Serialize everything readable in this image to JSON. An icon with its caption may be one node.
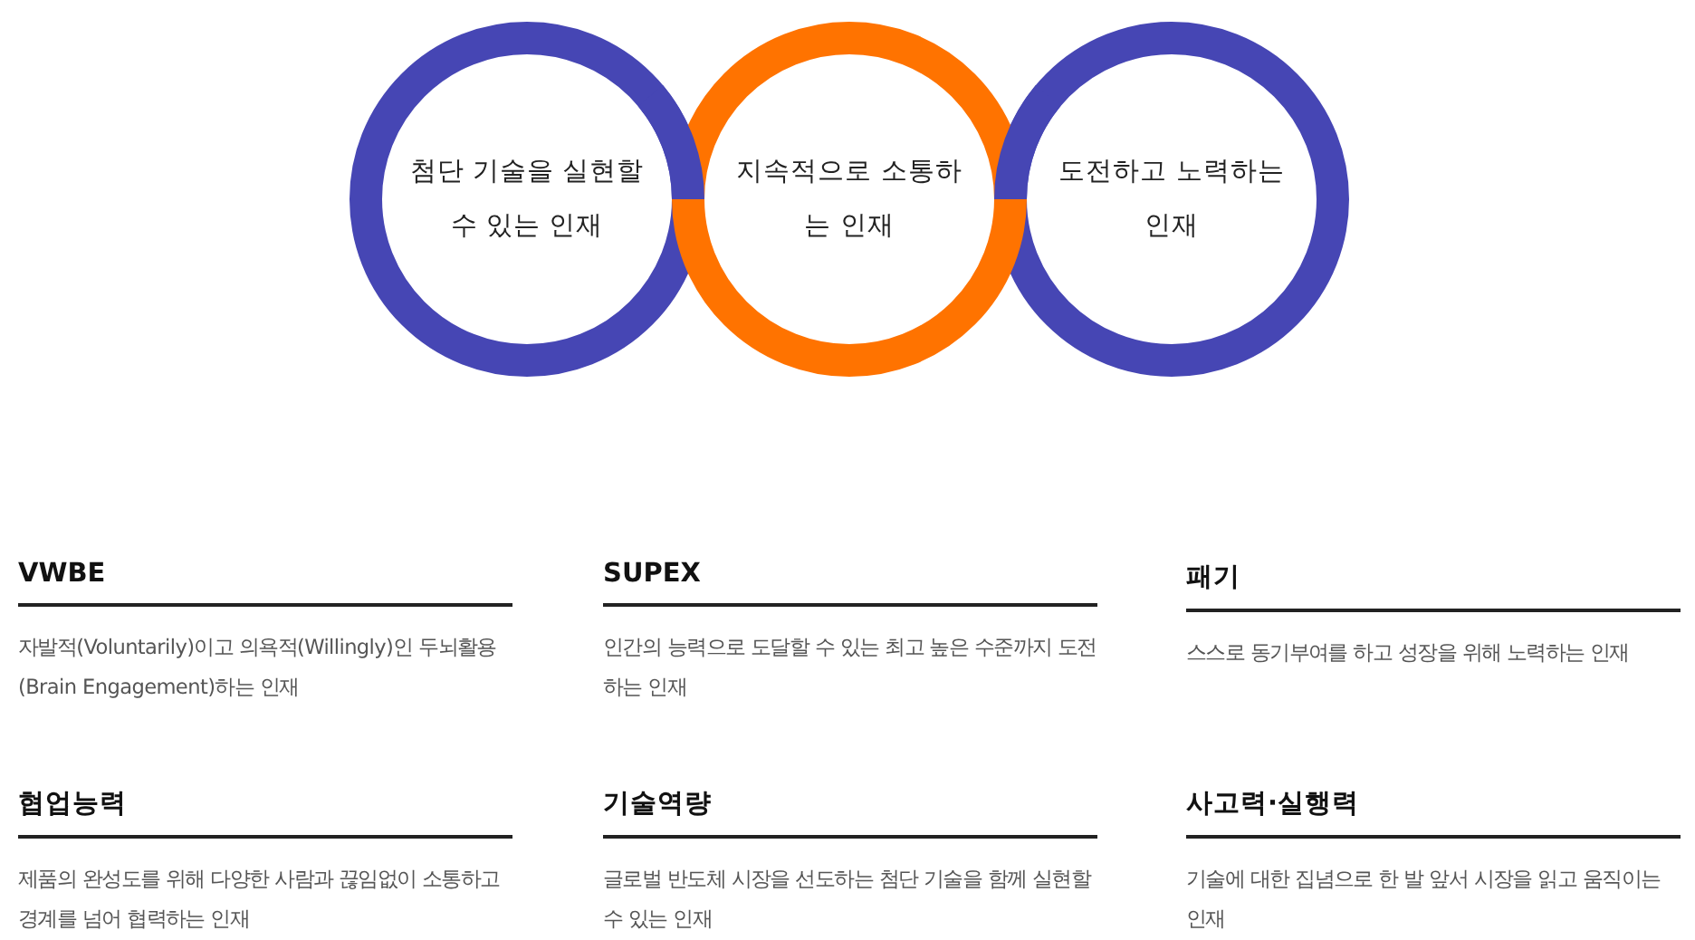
{
  "diagram": {
    "nodes": [
      {
        "text": [
          "첨단 기술을 실현할 수 있는 인재"
        ]
      },
      {
        "text": [
          "지속적으로 소통하는 인재"
        ]
      },
      {
        "text": [
          "도전하고 노력하는 인재"
        ]
      },
      {
        "text": [
          "VWBE",
          "자발적(Voluntarily)이고 의욕적(Willingly)인 두뇌활용 (Brain Engagement)하는 인재"
        ]
      },
      {
        "text": [
          "SUPEX",
          "인간의 능력으로 도달할 수 있는 최고 높은 수준까지 도전하는 인재"
        ]
      },
      {
        "text": [
          "패기",
          "스스로 동기부여를 하고 성장을 위해 노력하는 인재"
        ]
      },
      {
        "text": [
          "협업능력",
          "제품의 완성도를 위해 다양한 사람과 끊임없이 소통하고 경계를 넘어 협력하는 인재"
        ]
      },
      {
        "text": [
          "기술역량",
          "글로벌 반도체 시장을 선도하는 첨단 기술을 함께 실현할 수 있는 인재"
        ]
      },
      {
        "text": [
          "사고력·실행력",
          "기술에 대한 집념으로 한 발 앞서 시장을 읽고 움직이는 인재"
        ]
      }
    ]
  }
}
